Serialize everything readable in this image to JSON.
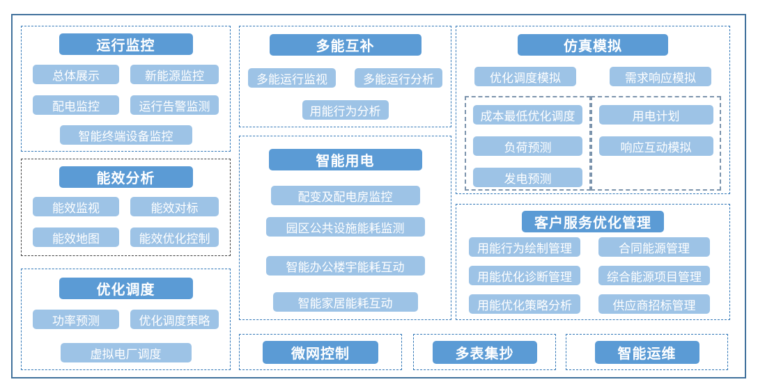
{
  "colors": {
    "header_bg": "#5B9BD5",
    "item_bg": "#9DC3E6",
    "button_text": "#FFFFFF",
    "group_border_blue": "#2E75B6",
    "group_border_dark": "#3B3B3B",
    "subbox_border": "#7B93AC",
    "outer_frame_border": "#41719C",
    "background": "#FFFFFF"
  },
  "groups": [
    {
      "title": "运行监控",
      "items": [
        "总体展示",
        "新能源监控",
        "配电监控",
        "运行告警监测",
        "智能终端设备监控"
      ]
    },
    {
      "title": "能效分析",
      "items": [
        "能效监视",
        "能效对标",
        "能效地图",
        "能效优化控制"
      ]
    },
    {
      "title": "优化调度",
      "items": [
        "功率预测",
        "优化调度策略",
        "虚拟电厂调度"
      ]
    },
    {
      "title": "多能互补",
      "items": [
        "多能运行监视",
        "多能运行分析",
        "用能行为分析"
      ]
    },
    {
      "title": "智能用电",
      "items": [
        "配变及配电房监控",
        "园区公共设施能耗监测",
        "智能办公楼宇能耗互动",
        "智能家居能耗互动"
      ]
    },
    {
      "title": "仿真模拟",
      "items": [
        "优化调度模拟",
        "需求响应模拟"
      ],
      "subgroups": [
        {
          "items": [
            "成本最低优化调度",
            "负荷预测",
            "发电预测"
          ]
        },
        {
          "items": [
            "用电计划",
            "响应互动模拟"
          ]
        }
      ]
    },
    {
      "title": "客户服务优化管理",
      "columns": [
        [
          "用能行为绘制管理",
          "用能优化诊断管理",
          "用能优化策略分析"
        ],
        [
          "合同能源管理",
          "综合能源项目管理",
          "供应商招标管理"
        ]
      ]
    },
    {
      "title": "微网控制"
    },
    {
      "title": "多表集抄"
    },
    {
      "title": "智能运维"
    }
  ]
}
